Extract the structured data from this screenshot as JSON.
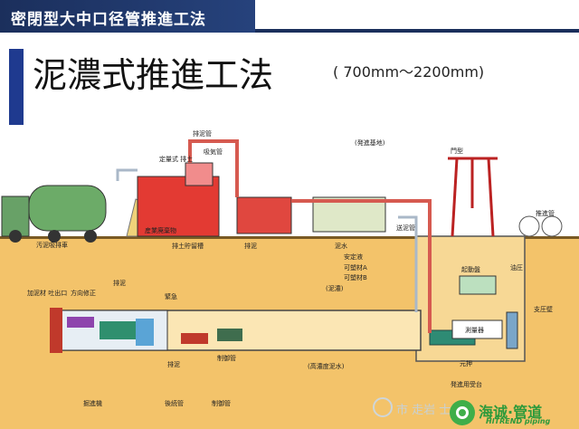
{
  "header": {
    "title": "密閉型大中口径管推進工法"
  },
  "title": {
    "main": "泥濃式推進工法",
    "range": "( 700mm～2200mm)"
  },
  "diagram": {
    "labels": {
      "pipe_top": "排泥管",
      "suction_pipe": "吸気管",
      "fixed_soil": "定量式\n排土",
      "base": "(発進基地)",
      "gate": "門型",
      "push_pipe": "推進管",
      "sludge_truck": "汚泥吸排車",
      "industrial_waste": "産業廃棄物",
      "storage_tank": "排土貯留槽",
      "discharge": "排泥",
      "mud_water": "泥水",
      "stabilizer": "安定液",
      "plastic_a": "可塑材A",
      "plastic_b": "可塑材B",
      "feed_pipe": "送泥管",
      "control_panel": "起動盤",
      "hydraulic": "油圧",
      "support_wall": "支圧壁",
      "measuring": "測量器",
      "jack": "元押",
      "rail": "発進用受台",
      "additive_outlet": "加泥材\n吐出口",
      "direction": "方向修正",
      "discharge_left": "排泥",
      "emergency": "緊急",
      "mud_slurry": "(泥濃)",
      "high_density": "(高濃度泥水)",
      "discharge_low": "排泥",
      "control_pipe": "制御管",
      "machine": "掘進機",
      "rear_pipe": "後続管",
      "control_pipe2": "制御管"
    }
  },
  "watermark": {
    "left_text": "市 走岩 士",
    "brand": "海诚·管道",
    "brand_sub": "HITREND piping"
  }
}
